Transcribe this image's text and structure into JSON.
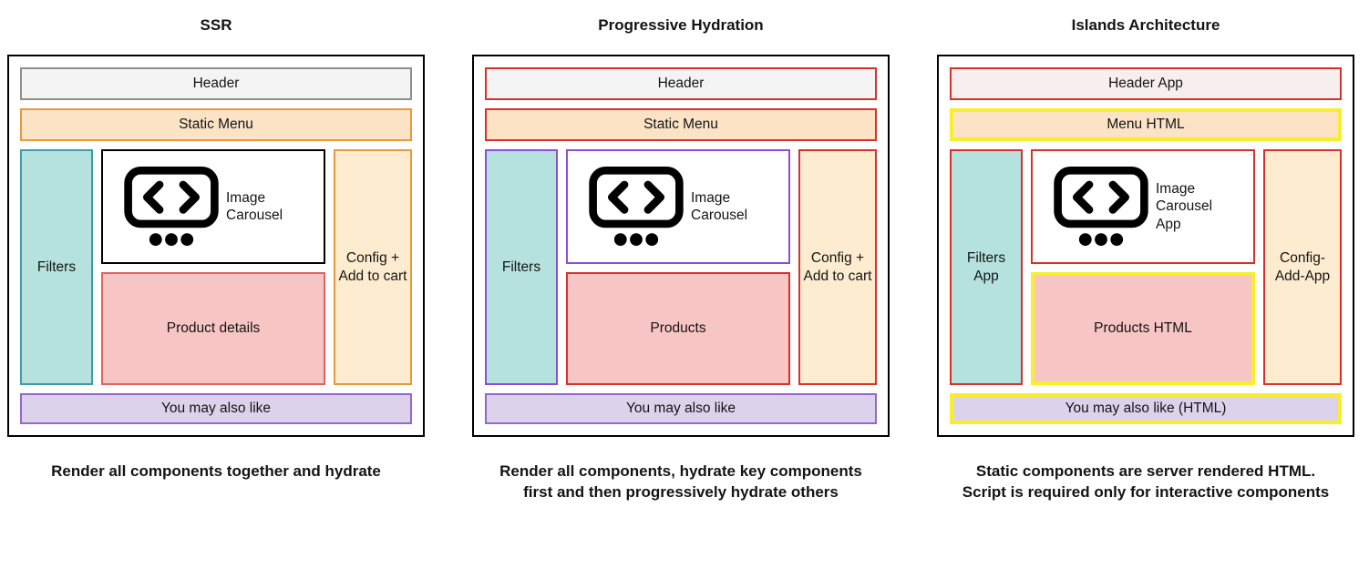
{
  "panels": [
    {
      "title": "SSR",
      "caption": "Render all components together and hydrate",
      "sections": {
        "header": {
          "label": "Header",
          "fill": "#f4f4f4",
          "border": "#8e8e8e"
        },
        "menu": {
          "label": "Static Menu",
          "fill": "#fce3c6",
          "border": "#e8993d"
        },
        "filters": {
          "label": "Filters",
          "fill": "#b5e2de",
          "border": "#3f9ca8"
        },
        "carousel": {
          "label": "Image Carousel",
          "fill": "#ffffff",
          "border": "#000000"
        },
        "products": {
          "label": "Product details",
          "fill": "#f7c5c3",
          "border": "#e06361"
        },
        "config": {
          "label": "Config + Add to cart",
          "fill": "#fdeccf",
          "border": "#e8993d"
        },
        "also_like": {
          "label": "You may also like",
          "fill": "#ddd2ec",
          "border": "#9468c8"
        }
      }
    },
    {
      "title": "Progressive Hydration",
      "caption": "Render all components, hydrate key components first and then progressively hydrate others",
      "sections": {
        "header": {
          "label": "Header",
          "fill": "#f4f4f4",
          "border": "#d7312b"
        },
        "menu": {
          "label": "Static Menu",
          "fill": "#fce3c6",
          "border": "#d7312b"
        },
        "filters": {
          "label": "Filters",
          "fill": "#b5e2de",
          "border": "#8a4fd8"
        },
        "carousel": {
          "label": "Image Carousel",
          "fill": "#ffffff",
          "border": "#8a4fd8"
        },
        "products": {
          "label": "Products",
          "fill": "#f7c5c3",
          "border": "#d7312b"
        },
        "config": {
          "label": "Config + Add to cart",
          "fill": "#fdeccf",
          "border": "#d7312b"
        },
        "also_like": {
          "label": "You may also like",
          "fill": "#ddd2ec",
          "border": "#9468c8"
        }
      }
    },
    {
      "title": "Islands Architecture",
      "caption": "Static components are server rendered HTML. Script is required only for interactive components",
      "sections": {
        "header": {
          "label": "Header App",
          "fill": "#f7eeee",
          "border": "#d7312b"
        },
        "menu": {
          "label": "Menu HTML",
          "fill": "#fce3c6",
          "border": "#f7ef2d"
        },
        "filters": {
          "label": "Filters App",
          "fill": "#b5e2de",
          "border": "#d7312b"
        },
        "carousel": {
          "label": "Image Carousel App",
          "fill": "#ffffff",
          "border": "#d7312b"
        },
        "products": {
          "label": "Products HTML",
          "fill": "#f7c5c3",
          "border": "#f7ef2d"
        },
        "config": {
          "label": "Config-Add-App",
          "fill": "#fdeccf",
          "border": "#d7312b"
        },
        "also_like": {
          "label": "You may also like (HTML)",
          "fill": "#ddd2ec",
          "border": "#f7ef2d"
        }
      }
    }
  ]
}
